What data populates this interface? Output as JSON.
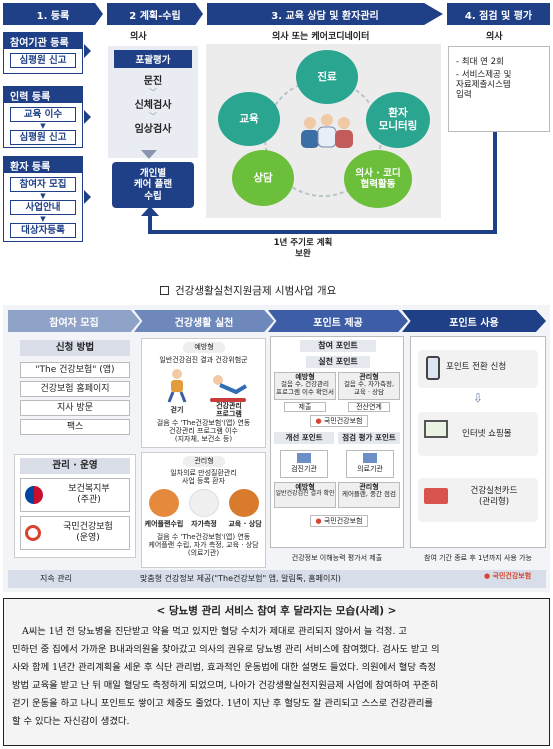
{
  "top": {
    "steps": [
      {
        "label": "1. 등록"
      },
      {
        "label": "2 계획-수립"
      },
      {
        "label": "3. 교육 상담 및 환자관리"
      },
      {
        "label": "4. 점검 및 평가"
      }
    ],
    "registration": {
      "org_box": {
        "title": "참여기관 등록",
        "item": "심평원 신고"
      },
      "staff_box": {
        "title": "인력 등록",
        "items": [
          "교육 이수",
          "심평원 신고"
        ]
      },
      "patient_box": {
        "title": "환자 등록",
        "items": [
          "참여자 모집",
          "사업안내",
          "대상자등록"
        ]
      }
    },
    "plan": {
      "actor": "의사",
      "badge": "포괄평가",
      "steps": [
        "문진",
        "신체검사",
        "임상검사"
      ],
      "result": "개인별\n케어 플랜\n수립"
    },
    "care": {
      "actor": "의사 또는 케어코디네이터",
      "circles": [
        "진료",
        "환자\n모니터링",
        "의사 · 코디\n협력활동",
        "상담",
        "교육"
      ]
    },
    "evaluation": {
      "actor": "의사",
      "items": [
        "최대 연 2회",
        "서비스제공 및\n자료제출시스템\n입력"
      ]
    },
    "cycle_label": "1년 주기로 계획\n보완"
  },
  "middle": {
    "title": "건강생활실천지원금제 시범사업 개요",
    "title_icon": "checkbox-icon",
    "sections": [
      "참여자 모집",
      "건강생활 실천",
      "포인트 제공",
      "포인트 사용"
    ],
    "recruit": {
      "apply_title": "신청 방법",
      "apply_items": [
        "\"The 건강보험\" (앱)",
        "건강보험 홈페이지",
        "지사 방문",
        "팩스"
      ],
      "mgmt_title": "관리 · 운영",
      "mgmt_items": [
        "보건복지부\n(주관)",
        "국민건강보험\n(운영)"
      ]
    },
    "practice": {
      "prevent_badge": "예방형",
      "prevent_sub": "일반건강검진 결과 건강위험군",
      "prevent_icons": [
        "걷기",
        "건강관리\n프로그램"
      ],
      "prevent_caption": "걸음 수 'The건강보험'(앱) 연동\n건강관리 프로그램 이수\n(지자체, 보건소 등)",
      "manage_badge": "관리형",
      "manage_sub": "일차의료 만성질환관리\n사업 등록 환자",
      "manage_icons": [
        "케어플랜수립",
        "자가측정",
        "교육 · 상담"
      ],
      "manage_caption": "걸음 수 'The건강보험'(앱) 연동\n케어플랜 수립, 자가 측정, 교육 · 상담\n(의료기관)"
    },
    "point": {
      "main_title": "참여 포인트",
      "practice_title": "실천 포인트",
      "prevent_label": "예방형",
      "prevent_desc": "걸음 수, 건강관리\n프로그램 이수 확인서",
      "manage_label": "관리형",
      "manage_desc": "걸음 수, 자가측정,\n교육 · 상담",
      "submit": "제출",
      "linked": "전산연계",
      "nhis": "국민건강보험",
      "improve_title": "개선 포인트",
      "eval_title": "점검 평가 포인트",
      "checkup": "검진기관",
      "clinic": "의료기관",
      "prevent_desc2": "일반건강검진 결과 확인",
      "manage_desc2": "케어플랜, 중간 점검",
      "footer": "건강정보 이해능력 평가서 제출"
    },
    "usage": {
      "items": [
        "포인트 전환 신청",
        "인터넷 쇼핑몰",
        "건강실천카드\n(관리형)"
      ],
      "footer": "참여 기간 종료 후 1년까지 사용 가능"
    },
    "bottom_bar": {
      "left": "지속 관리",
      "main": "맞춤형 건강정보 제공(\"The건강보험\" 앱, 알림톡, 홈페이지)",
      "logo": "국민건강보험"
    }
  },
  "case": {
    "title": "< 당뇨병 관리 서비스 참여 후 달라지는 모습(사례) >",
    "lines": [
      "A씨는 1년 전 당뇨병을 진단받고 약을 먹고 있지만 혈당 수치가 제대로 관리되지 않아서 늘 걱정. 고",
      "민하던 중 집에서 가까운 B내과의원을 찾아갔고 의사의 권유로 당뇨병 관리 서비스에 참여했다. 검사도 받고 의",
      "사와 함께 1년간 관리계획을 세운 후 식단 관리법, 효과적인 운동법에 대한 설명도 들었다. 의원에서 혈당 측정",
      "방법 교육을 받고 난 뒤 매일 혈당도 측정하게 되었으며, 나아가 건강생활실천지원금제 사업에 참여하여 꾸준히",
      "걷기 운동을 하고 나니 포인트도 쌓이고 체중도 줄었다. 1년이 지난 후 혈당도 잘 관리되고 스스로 건강관리를",
      "할 수 있다는 자신감이 생겼다."
    ]
  },
  "colors": {
    "navy": "#1f3f86",
    "teal": "#2aa58f",
    "green": "#6cbf3a",
    "grey": "#efefef"
  }
}
